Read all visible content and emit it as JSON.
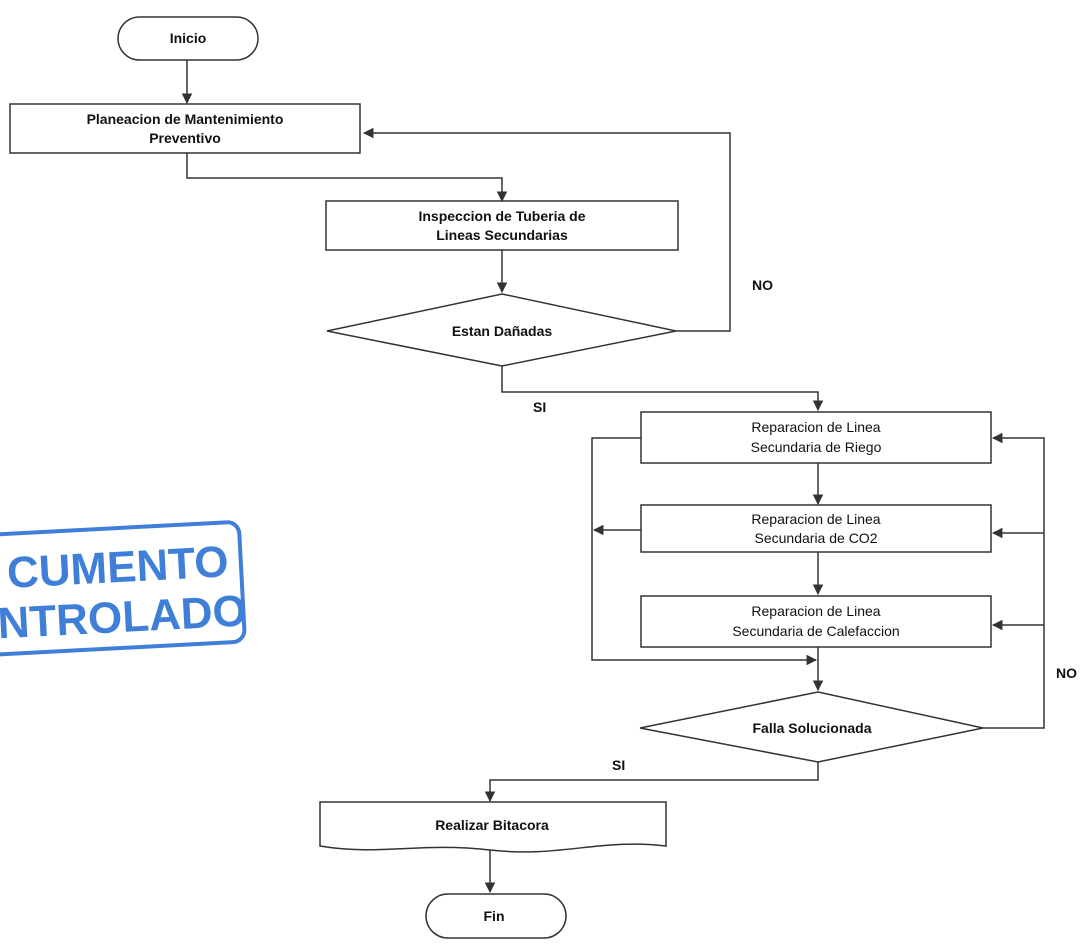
{
  "nodes": {
    "start": "Inicio",
    "planning": [
      "Planeacion de Mantenimiento",
      "Preventivo"
    ],
    "inspection": [
      "Inspeccion de Tuberia de",
      "Lineas Secundarias"
    ],
    "decision_damaged": "Estan Dañadas",
    "repair_irrigation": [
      "Reparacion de Linea",
      "Secundaria de Riego"
    ],
    "repair_co2": [
      "Reparacion de Linea",
      "Secundaria de CO2"
    ],
    "repair_heating": [
      "Reparacion de Linea",
      "Secundaria de Calefaccion"
    ],
    "decision_solved": "Falla Solucionada",
    "logbook": "Realizar Bitacora",
    "end": "Fin"
  },
  "edge_labels": {
    "damaged_no": "NO",
    "damaged_yes": "SI",
    "solved_no": "NO",
    "solved_yes": "SI"
  },
  "stamp": {
    "line1": "CUMENTO",
    "line2": "NTROLADO",
    "color": "#3f7fd8"
  }
}
